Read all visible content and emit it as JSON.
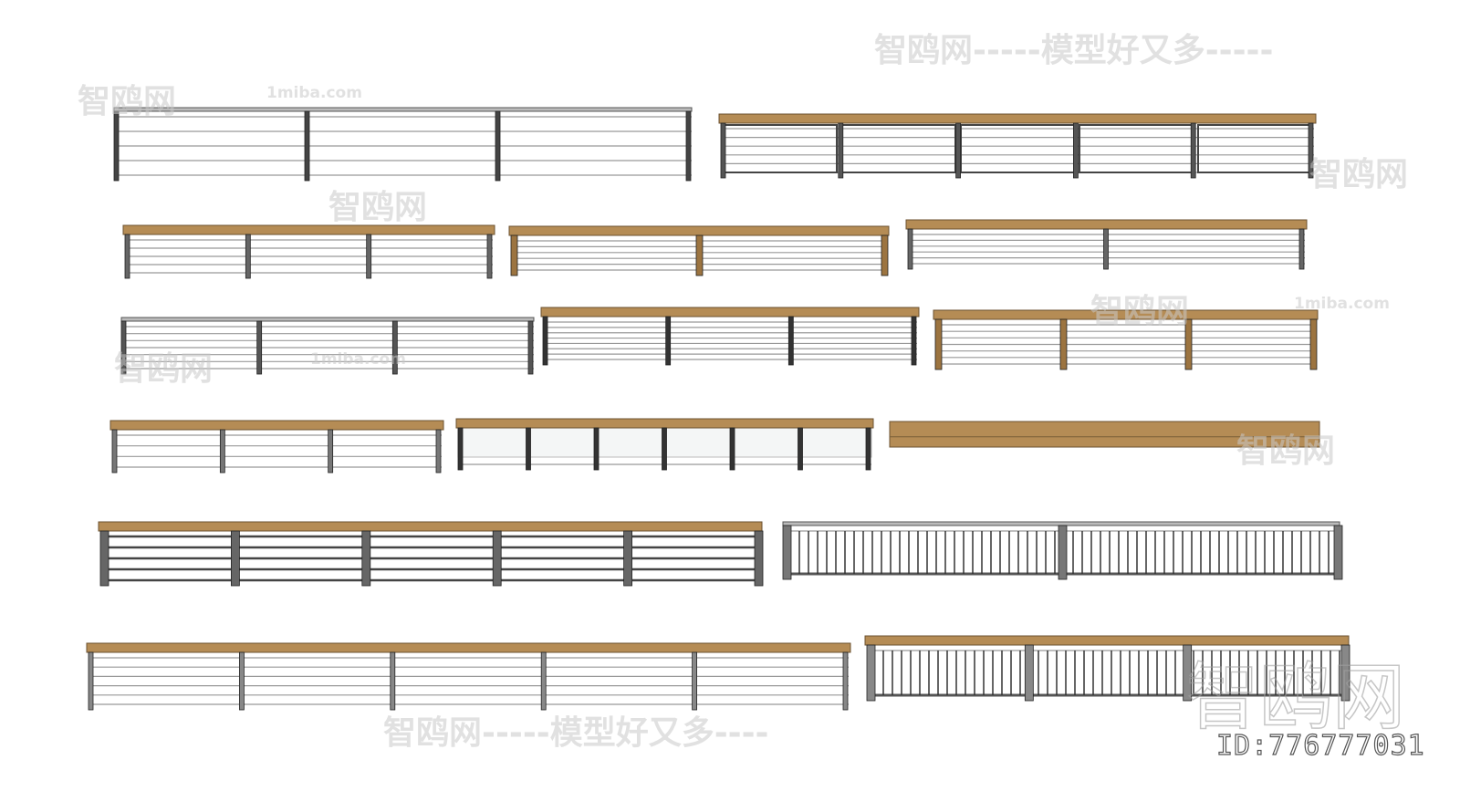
{
  "watermarks": {
    "top_right": "智鸥网-----模型好又多-----",
    "bottom_center": "智鸥网-----模型好又多----",
    "brand": "智鸥网",
    "site": "1miba.com"
  },
  "id_label": "ID:776777031",
  "colors": {
    "wood": "#b58c55",
    "metal": "#8a8a8a",
    "dark": "#333333",
    "post_wood": "#9c7440"
  }
}
